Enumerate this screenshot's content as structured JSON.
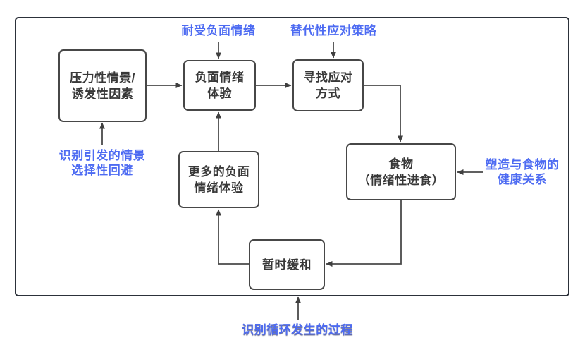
{
  "diagram": {
    "description": "emotional-eating-cycle-flowchart",
    "colors": {
      "accent_blue": "#4d6bf2",
      "node_border": "#474747",
      "node_text": "#383838",
      "connector": "#4a4a4a",
      "canvas_border": "#2c313a",
      "canvas_background": "#ffffff"
    },
    "nodes": {
      "stress": {
        "lines": [
          "压力性情景/",
          "诱发性因素"
        ]
      },
      "negative": {
        "lines": [
          "负面情绪",
          "体验"
        ]
      },
      "coping": {
        "lines": [
          "寻找应对",
          "方式"
        ]
      },
      "food": {
        "lines": [
          "食物",
          "（情绪性进食）"
        ]
      },
      "more": {
        "lines": [
          "更多的负面",
          "情绪体验"
        ]
      },
      "relief": {
        "lines": [
          "暂时缓和"
        ]
      }
    },
    "annotations": {
      "tolerate": {
        "lines": [
          "耐受负面情绪"
        ]
      },
      "alternative": {
        "lines": [
          "替代性应对策略"
        ]
      },
      "trigger": {
        "lines": [
          "识别引发的情景",
          "选择性回避"
        ]
      },
      "healthy": {
        "lines": [
          "塑造与食物的",
          "健康关系"
        ]
      },
      "cycle": {
        "lines": [
          "识别循环发生的过程"
        ]
      }
    }
  }
}
